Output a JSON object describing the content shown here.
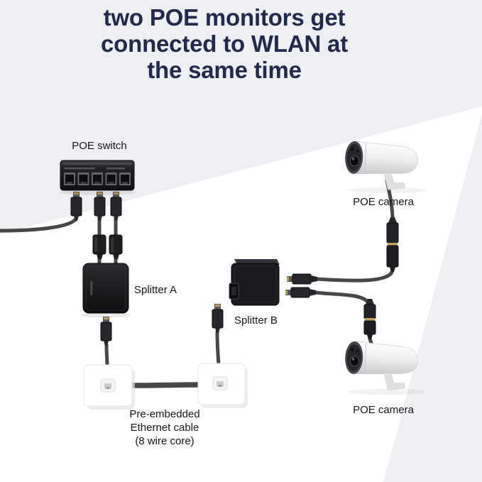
{
  "title": {
    "lines": [
      "two POE monitors get",
      "connected to WLAN at",
      "the same time"
    ]
  },
  "labels": {
    "poe_switch": "POE switch",
    "splitter_a": "Splitter A",
    "splitter_b": "Splitter B",
    "camera_top": "POE camera",
    "camera_bottom": "POE camera"
  },
  "note": {
    "lines": [
      "Pre-embedded",
      "Ethernet cable",
      "(8 wire core)"
    ]
  },
  "diagram": {
    "type": "product-wiring-diagram",
    "switch_port_count": 5,
    "connections": [
      "POE switch -> wall cable (left edge)",
      "POE switch -> Splitter A",
      "Splitter A -> wall plate 1",
      "wall plate 1 -> wall plate 2 (pre-embedded ethernet cable, 8 wire core)",
      "wall plate 2 -> Splitter B",
      "Splitter B -> POE camera (top right)",
      "Splitter B -> POE camera (bottom right)"
    ],
    "colors": {
      "title_text": "#212a4e",
      "label_text": "#161616",
      "device_body": "#141416",
      "cable": "#474747",
      "background_tint": "#edeff3"
    }
  }
}
